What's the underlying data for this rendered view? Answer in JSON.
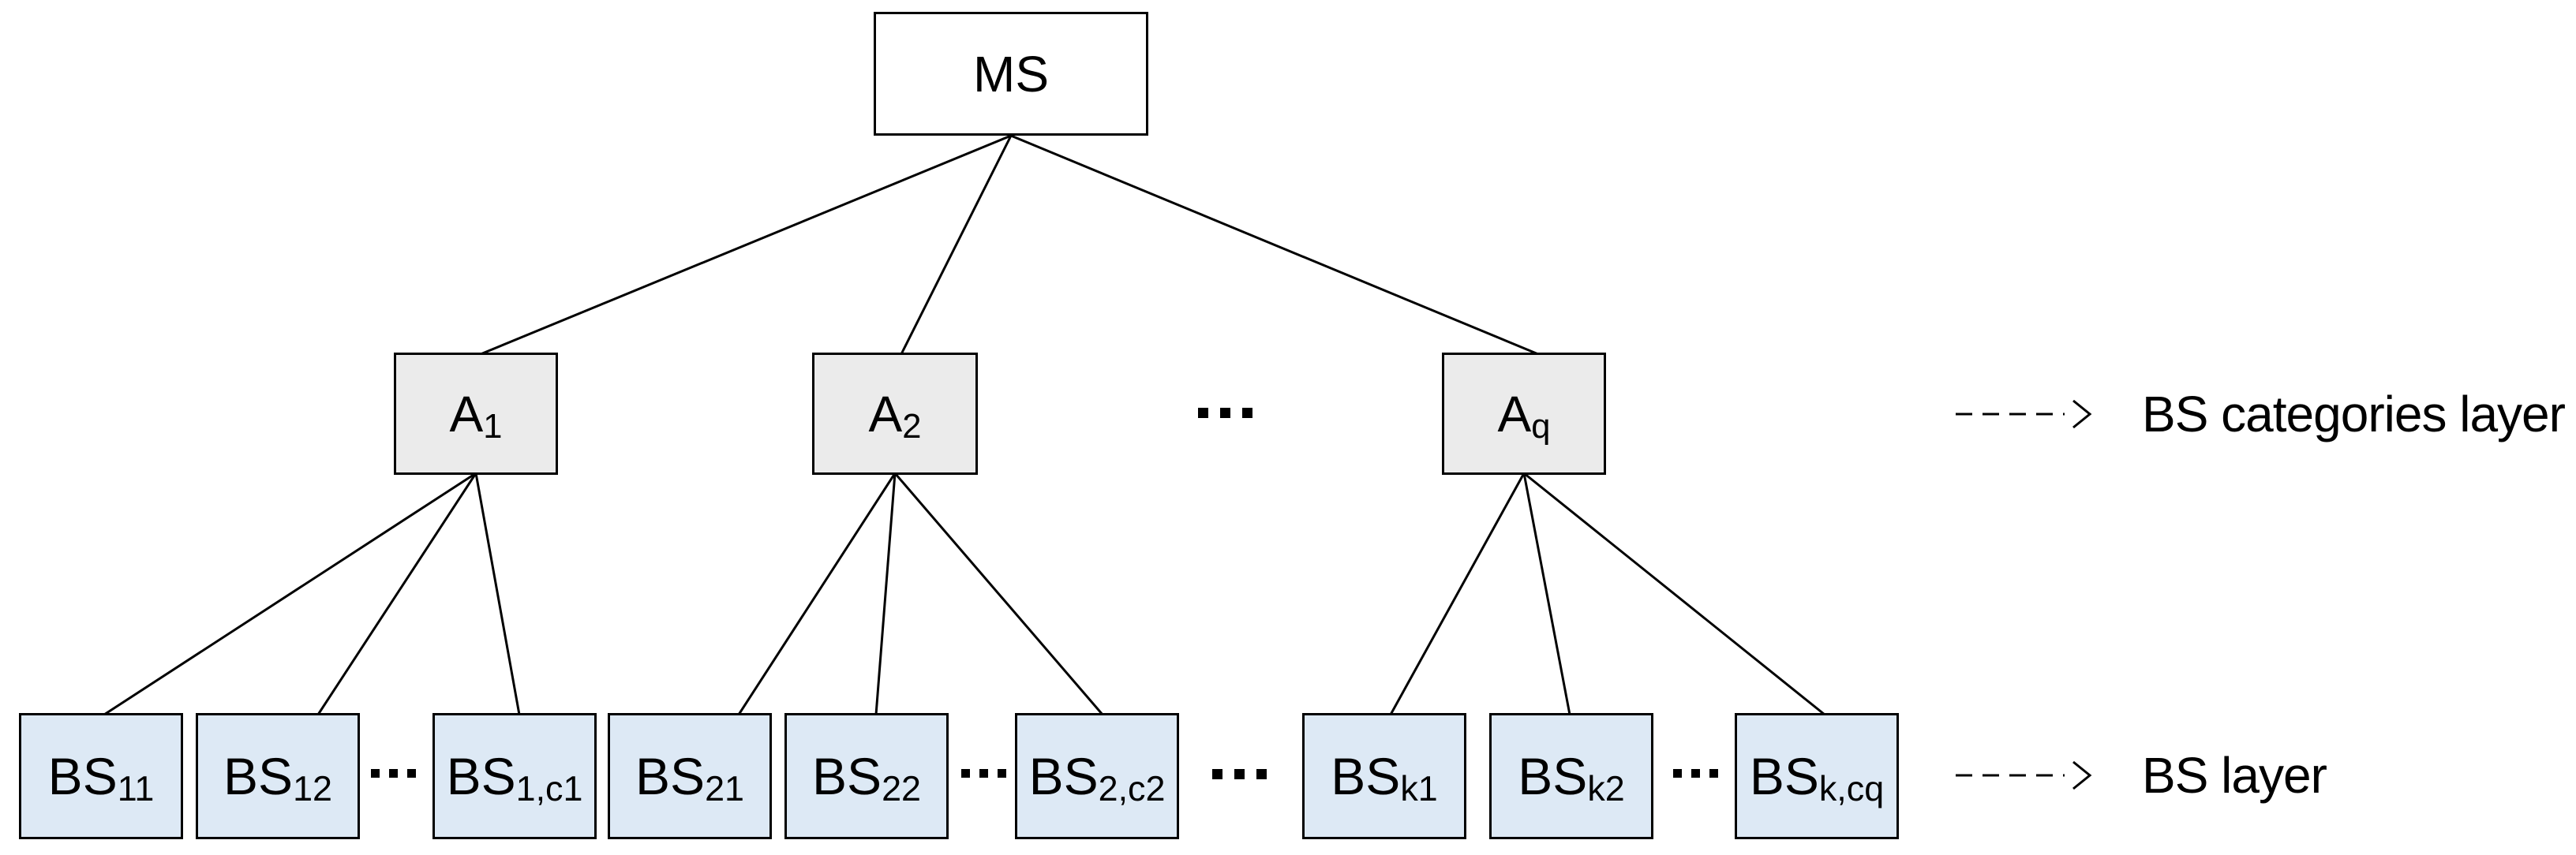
{
  "diagram": {
    "root": {
      "base": "MS",
      "sub": ""
    },
    "categories": [
      {
        "base": "A",
        "sub": "1"
      },
      {
        "base": "A",
        "sub": "2"
      },
      {
        "base": "A",
        "sub": "q"
      }
    ],
    "bs": [
      {
        "base": "BS",
        "sub": "11"
      },
      {
        "base": "BS",
        "sub": "12"
      },
      {
        "base": "BS",
        "sub": "1,c1"
      },
      {
        "base": "BS",
        "sub": "21"
      },
      {
        "base": "BS",
        "sub": "22"
      },
      {
        "base": "BS",
        "sub": "2,c2"
      },
      {
        "base": "BS",
        "sub": "k1"
      },
      {
        "base": "BS",
        "sub": "k2"
      },
      {
        "base": "BS",
        "sub": "k,cq"
      }
    ],
    "ellipsis": "..."
  },
  "legend": {
    "items": [
      {
        "label": "BS categories layer"
      },
      {
        "label": "BS layer"
      }
    ]
  },
  "colors": {
    "root_fill": "#ffffff",
    "category_fill": "#ebebeb",
    "bs_fill": "#dde9f5",
    "border": "#000000",
    "line": "#000000"
  }
}
